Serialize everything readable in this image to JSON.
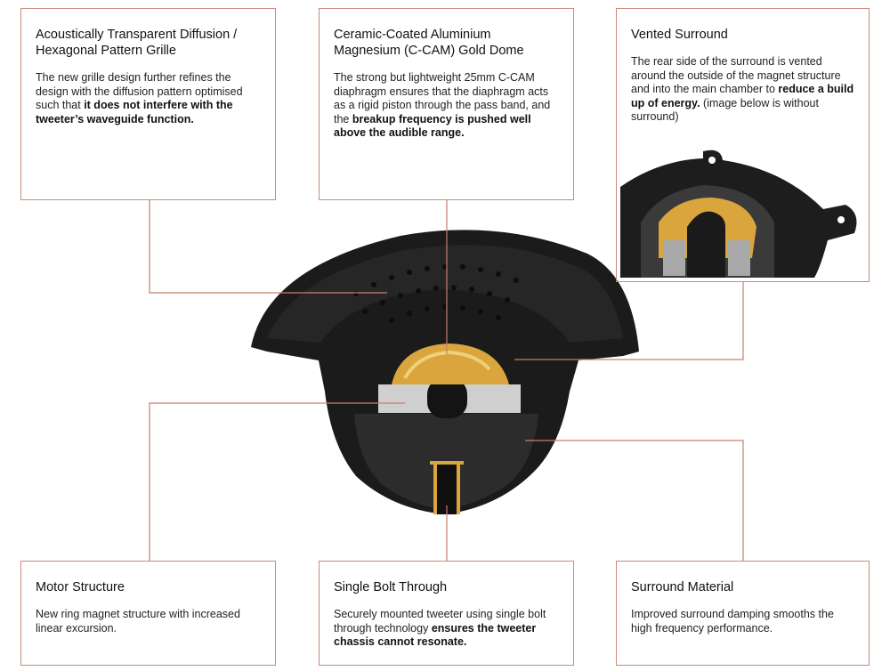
{
  "colors": {
    "leader": "#c5806c",
    "dome": "#d9a53c"
  },
  "callouts": [
    {
      "title": "Acoustically Transparent Diffusion / Hexagonal Pattern Grille",
      "body": [
        {
          "t": "The new grille design further refines the design with the diffusion pattern optimised such that "
        },
        {
          "t": "it does not interfere with the tweeter’s waveguide function.",
          "b": true
        }
      ]
    },
    {
      "title": "Ceramic-Coated Aluminium Magnesium (C-CAM) Gold Dome",
      "body": [
        {
          "t": "The strong but lightweight 25mm C-CAM diaphragm ensures that the diaphragm acts as a rigid piston through the pass band, and the "
        },
        {
          "t": "breakup frequency is pushed well above the audible range.",
          "b": true
        }
      ]
    },
    {
      "title": "Vented Surround",
      "body": [
        {
          "t": "The rear side of the surround is vented around the outside of the magnet structure and into the main chamber to "
        },
        {
          "t": "reduce a build up of energy.",
          "b": true
        },
        {
          "t": " (image below is without surround)"
        }
      ]
    },
    {
      "title": "Motor Structure",
      "body": [
        {
          "t": "New ring magnet structure with increased linear excursion."
        }
      ]
    },
    {
      "title": "Single Bolt Through",
      "body": [
        {
          "t": "Securely mounted tweeter using single bolt through technology "
        },
        {
          "t": "ensures the tweeter chassis cannot resonate.",
          "b": true
        }
      ]
    },
    {
      "title": "Surround Material",
      "body": [
        {
          "t": "Improved surround damping smooths the high frequency performance."
        }
      ]
    }
  ]
}
